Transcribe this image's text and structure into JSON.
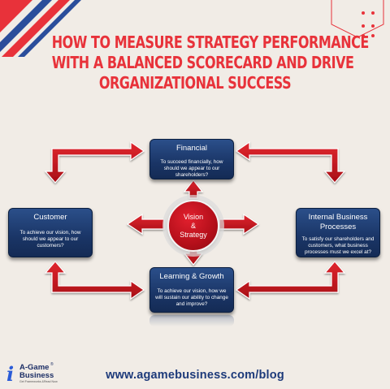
{
  "title": {
    "line1": "HOW TO MEASURE STRATEGY PERFORMANCE",
    "line2": "WITH A BALANCED SCORECARD AND DRIVE",
    "line3": "ORGANIZATIONAL SUCCESS"
  },
  "center": {
    "line1": "Vision",
    "line2": "&",
    "line3": "Strategy"
  },
  "boxes": {
    "financial": {
      "title": "Financial",
      "desc": "To succeed financially, how should we appear to our shareholders?"
    },
    "customer": {
      "title": "Customer",
      "desc": "To achieve our vision, how should we appear to our customers?"
    },
    "internal": {
      "title": "Internal Business Processes",
      "desc": "To satisfy our shareholders and customers, what business processes must we excel  at?"
    },
    "learning": {
      "title": "Learning & Growth",
      "desc": "To achieve our vision, how we will sustain our ability to change and improve?"
    }
  },
  "footer": {
    "url": "www.agamebusiness.com/blog"
  },
  "logo": {
    "mark": "i",
    "line1": "A-Game",
    "line2": "Business",
    "registered": "®",
    "tagline": "Get Frameworks &Read Now"
  },
  "colors": {
    "background": "#f1ece6",
    "title": "#e8323a",
    "arrow": "#c8141c",
    "box": "#1a3566",
    "hub": "#b40f1a",
    "url": "#1d3a7a"
  }
}
